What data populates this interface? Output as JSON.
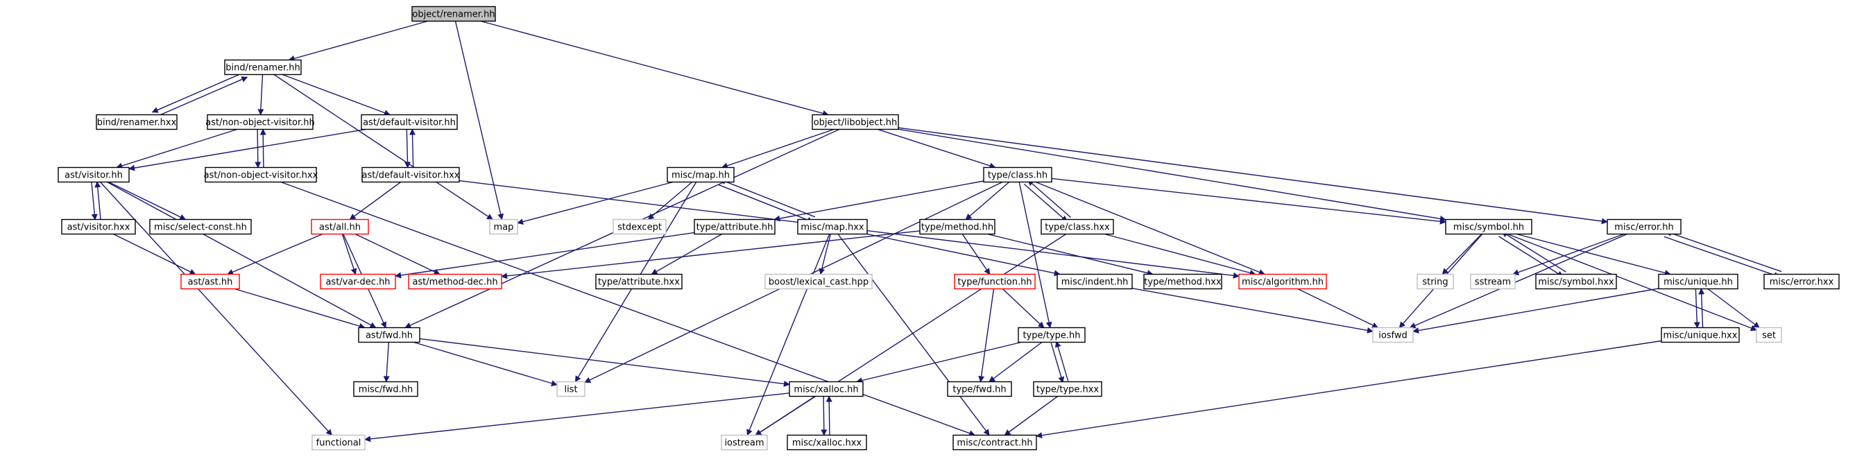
{
  "colors": {
    "edge": "#191970",
    "border": "#000000",
    "border_incomplete": "#ff0000",
    "border_external": "#bfbfbf",
    "text": "#000000",
    "fill_root": "#bfbfbf",
    "fill": "#ffffff"
  },
  "nodes": [
    {
      "id": "obj_renamer_hh",
      "label": "object/renamer.hh",
      "kind": "root"
    },
    {
      "id": "bind_renamer_hh",
      "label": "bind/renamer.hh",
      "kind": "normal"
    },
    {
      "id": "map",
      "label": "map",
      "kind": "external"
    },
    {
      "id": "obj_libobject_hh",
      "label": "object/libobject.hh",
      "kind": "normal"
    },
    {
      "id": "bind_renamer_hxx",
      "label": "bind/renamer.hxx",
      "kind": "normal"
    },
    {
      "id": "ast_nov_hh",
      "label": "ast/non-object-visitor.hh",
      "kind": "normal"
    },
    {
      "id": "ast_dv_hh",
      "label": "ast/default-visitor.hh",
      "kind": "normal"
    },
    {
      "id": "ast_visitor_hh",
      "label": "ast/visitor.hh",
      "kind": "normal"
    },
    {
      "id": "ast_nov_hxx",
      "label": "ast/non-object-visitor.hxx",
      "kind": "normal"
    },
    {
      "id": "ast_dv_hxx",
      "label": "ast/default-visitor.hxx",
      "kind": "normal"
    },
    {
      "id": "misc_map_hh",
      "label": "misc/map.hh",
      "kind": "normal"
    },
    {
      "id": "type_class_hh",
      "label": "type/class.hh",
      "kind": "normal"
    },
    {
      "id": "misc_symbol_hh",
      "label": "misc/symbol.hh",
      "kind": "normal"
    },
    {
      "id": "misc_error_hh",
      "label": "misc/error.hh",
      "kind": "normal"
    },
    {
      "id": "ast_visitor_hxx",
      "label": "ast/visitor.hxx",
      "kind": "normal"
    },
    {
      "id": "misc_select_const_hh",
      "label": "misc/select-const.hh",
      "kind": "normal"
    },
    {
      "id": "ast_all_hh",
      "label": "ast/all.hh",
      "kind": "incomplete"
    },
    {
      "id": "stdexcept",
      "label": "stdexcept",
      "kind": "external"
    },
    {
      "id": "type_attribute_hh",
      "label": "type/attribute.hh",
      "kind": "normal"
    },
    {
      "id": "misc_map_hxx",
      "label": "misc/map.hxx",
      "kind": "normal"
    },
    {
      "id": "type_method_hh",
      "label": "type/method.hh",
      "kind": "normal"
    },
    {
      "id": "type_class_hxx",
      "label": "type/class.hxx",
      "kind": "normal"
    },
    {
      "id": "string",
      "label": "string",
      "kind": "external"
    },
    {
      "id": "sstream",
      "label": "sstream",
      "kind": "external"
    },
    {
      "id": "misc_symbol_hxx",
      "label": "misc/symbol.hxx",
      "kind": "normal"
    },
    {
      "id": "misc_unique_hh",
      "label": "misc/unique.hh",
      "kind": "normal"
    },
    {
      "id": "misc_error_hxx",
      "label": "misc/error.hxx",
      "kind": "normal"
    },
    {
      "id": "ast_ast_hh",
      "label": "ast/ast.hh",
      "kind": "incomplete"
    },
    {
      "id": "ast_var_dec_hh",
      "label": "ast/var-dec.hh",
      "kind": "incomplete"
    },
    {
      "id": "ast_method_dec_hh",
      "label": "ast/method-dec.hh",
      "kind": "incomplete"
    },
    {
      "id": "type_attribute_hxx",
      "label": "type/attribute.hxx",
      "kind": "normal"
    },
    {
      "id": "boost_lexical_cast",
      "label": "boost/lexical_cast.hpp",
      "kind": "external"
    },
    {
      "id": "type_function_hh",
      "label": "type/function.hh",
      "kind": "incomplete"
    },
    {
      "id": "misc_indent_hh",
      "label": "misc/indent.hh",
      "kind": "normal"
    },
    {
      "id": "type_method_hxx",
      "label": "type/method.hxx",
      "kind": "normal"
    },
    {
      "id": "misc_algorithm_hh",
      "label": "misc/algorithm.hh",
      "kind": "incomplete"
    },
    {
      "id": "iosfwd",
      "label": "iosfwd",
      "kind": "external"
    },
    {
      "id": "set",
      "label": "set",
      "kind": "external"
    },
    {
      "id": "misc_unique_hxx",
      "label": "misc/unique.hxx",
      "kind": "normal"
    },
    {
      "id": "ast_fwd_hh",
      "label": "ast/fwd.hh",
      "kind": "normal"
    },
    {
      "id": "type_type_hh",
      "label": "type/type.hh",
      "kind": "normal"
    },
    {
      "id": "misc_fwd_hh",
      "label": "misc/fwd.hh",
      "kind": "normal"
    },
    {
      "id": "list",
      "label": "list",
      "kind": "external"
    },
    {
      "id": "misc_xalloc_hh",
      "label": "misc/xalloc.hh",
      "kind": "normal"
    },
    {
      "id": "type_fwd_hh",
      "label": "type/fwd.hh",
      "kind": "normal"
    },
    {
      "id": "type_type_hxx",
      "label": "type/type.hxx",
      "kind": "normal"
    },
    {
      "id": "functional",
      "label": "functional",
      "kind": "external"
    },
    {
      "id": "iostream",
      "label": "iostream",
      "kind": "external"
    },
    {
      "id": "misc_xalloc_hxx",
      "label": "misc/xalloc.hxx",
      "kind": "normal"
    },
    {
      "id": "misc_contract_hh",
      "label": "misc/contract.hh",
      "kind": "normal"
    }
  ],
  "edges": [
    [
      "obj_renamer_hh",
      "bind_renamer_hh"
    ],
    [
      "obj_renamer_hh",
      "map"
    ],
    [
      "obj_renamer_hh",
      "obj_libobject_hh"
    ],
    [
      "bind_renamer_hh",
      "bind_renamer_hxx"
    ],
    [
      "bind_renamer_hxx",
      "bind_renamer_hh"
    ],
    [
      "bind_renamer_hh",
      "ast_nov_hh"
    ],
    [
      "bind_renamer_hh",
      "ast_dv_hh"
    ],
    [
      "bind_renamer_hh",
      "map"
    ],
    [
      "ast_nov_hh",
      "ast_visitor_hh"
    ],
    [
      "ast_nov_hh",
      "ast_nov_hxx"
    ],
    [
      "ast_nov_hxx",
      "ast_nov_hh"
    ],
    [
      "ast_dv_hh",
      "ast_visitor_hh"
    ],
    [
      "ast_dv_hh",
      "ast_dv_hxx"
    ],
    [
      "ast_dv_hxx",
      "ast_dv_hh"
    ],
    [
      "ast_visitor_hh",
      "ast_visitor_hxx"
    ],
    [
      "ast_visitor_hxx",
      "ast_visitor_hh"
    ],
    [
      "ast_visitor_hh",
      "misc_select_const_hh"
    ],
    [
      "ast_visitor_hh",
      "ast_fwd_hh"
    ],
    [
      "ast_visitor_hh",
      "functional"
    ],
    [
      "ast_visitor_hxx",
      "ast_ast_hh"
    ],
    [
      "ast_nov_hxx",
      "misc_contract_hh"
    ],
    [
      "ast_dv_hxx",
      "ast_all_hh"
    ],
    [
      "ast_dv_hxx",
      "misc_algorithm_hh"
    ],
    [
      "ast_all_hh",
      "ast_ast_hh"
    ],
    [
      "ast_all_hh",
      "ast_var_dec_hh"
    ],
    [
      "ast_all_hh",
      "ast_method_dec_hh"
    ],
    [
      "ast_all_hh",
      "ast_fwd_hh"
    ],
    [
      "ast_ast_hh",
      "ast_fwd_hh"
    ],
    [
      "ast_fwd_hh",
      "misc_fwd_hh"
    ],
    [
      "ast_fwd_hh",
      "list"
    ],
    [
      "ast_fwd_hh",
      "misc_xalloc_hh"
    ],
    [
      "obj_libobject_hh",
      "misc_map_hh"
    ],
    [
      "obj_libobject_hh",
      "type_class_hh"
    ],
    [
      "obj_libobject_hh",
      "misc_symbol_hh"
    ],
    [
      "obj_libobject_hh",
      "misc_error_hh"
    ],
    [
      "obj_libobject_hh",
      "ast_fwd_hh"
    ],
    [
      "misc_map_hh",
      "map"
    ],
    [
      "misc_map_hh",
      "stdexcept"
    ],
    [
      "misc_map_hh",
      "misc_map_hxx"
    ],
    [
      "misc_map_hxx",
      "misc_map_hh"
    ],
    [
      "misc_map_hh",
      "list"
    ],
    [
      "misc_map_hxx",
      "boost_lexical_cast"
    ],
    [
      "misc_map_hxx",
      "iostream"
    ],
    [
      "misc_map_hxx",
      "misc_contract_hh"
    ],
    [
      "misc_map_hxx",
      "misc_indent_hh"
    ],
    [
      "type_class_hh",
      "type_attribute_hh"
    ],
    [
      "type_class_hh",
      "type_method_hh"
    ],
    [
      "type_class_hh",
      "type_class_hxx"
    ],
    [
      "type_class_hxx",
      "type_class_hh"
    ],
    [
      "type_class_hh",
      "misc_symbol_hh"
    ],
    [
      "type_class_hh",
      "type_type_hh"
    ],
    [
      "type_class_hh",
      "list"
    ],
    [
      "type_class_hh",
      "misc_algorithm_hh"
    ],
    [
      "type_attribute_hh",
      "type_attribute_hxx"
    ],
    [
      "type_attribute_hh",
      "ast_var_dec_hh"
    ],
    [
      "type_method_hh",
      "type_function_hh"
    ],
    [
      "type_method_hh",
      "type_method_hxx"
    ],
    [
      "type_method_hh",
      "ast_method_dec_hh"
    ],
    [
      "type_class_hxx",
      "misc_algorithm_hh"
    ],
    [
      "type_class_hxx",
      "iostream"
    ],
    [
      "type_function_hh",
      "type_type_hh"
    ],
    [
      "type_function_hh",
      "type_fwd_hh"
    ],
    [
      "type_type_hh",
      "type_fwd_hh"
    ],
    [
      "type_type_hh",
      "type_type_hxx"
    ],
    [
      "type_type_hxx",
      "type_type_hh"
    ],
    [
      "type_type_hh",
      "misc_xalloc_hh"
    ],
    [
      "type_type_hxx",
      "misc_contract_hh"
    ],
    [
      "misc_indent_hh",
      "iosfwd"
    ],
    [
      "misc_algorithm_hh",
      "iosfwd"
    ],
    [
      "misc_symbol_hh",
      "string"
    ],
    [
      "misc_symbol_hh",
      "iosfwd"
    ],
    [
      "misc_symbol_hh",
      "misc_symbol_hxx"
    ],
    [
      "misc_symbol_hxx",
      "misc_symbol_hh"
    ],
    [
      "misc_symbol_hh",
      "misc_unique_hh"
    ],
    [
      "misc_symbol_hh",
      "set"
    ],
    [
      "misc_unique_hh",
      "iosfwd"
    ],
    [
      "misc_unique_hh",
      "set"
    ],
    [
      "misc_unique_hh",
      "misc_unique_hxx"
    ],
    [
      "misc_unique_hxx",
      "misc_unique_hh"
    ],
    [
      "misc_unique_hxx",
      "misc_contract_hh"
    ],
    [
      "misc_error_hh",
      "sstream"
    ],
    [
      "misc_error_hh",
      "iosfwd"
    ],
    [
      "misc_error_hh",
      "misc_error_hxx"
    ],
    [
      "misc_error_hxx",
      "misc_error_hh"
    ],
    [
      "misc_xalloc_hh",
      "functional"
    ],
    [
      "misc_xalloc_hh",
      "iostream"
    ],
    [
      "misc_xalloc_hh",
      "misc_xalloc_hxx"
    ],
    [
      "misc_xalloc_hxx",
      "misc_xalloc_hh"
    ]
  ]
}
